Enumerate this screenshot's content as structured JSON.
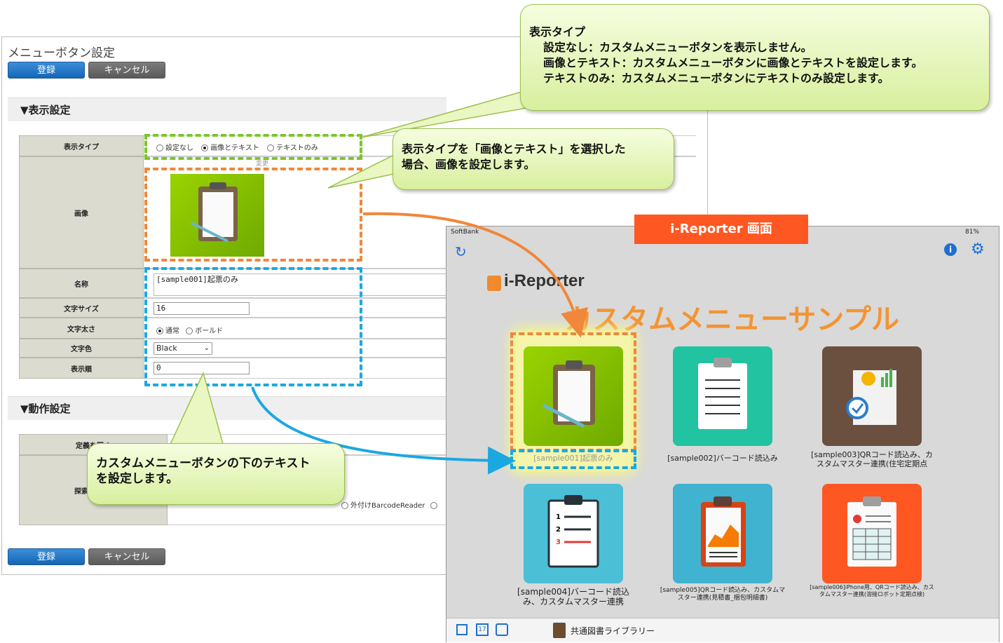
{
  "settings": {
    "title": "メニューボタン設定",
    "register_label": "登録",
    "cancel_label": "キャンセル",
    "display_section": "▼表示設定",
    "action_section": "▼動作設定",
    "rows": {
      "display_type_label": "表示タイプ",
      "display_type_options": [
        "設定なし",
        "画像とテキスト",
        "テキストのみ"
      ],
      "display_type_selected": "画像とテキスト",
      "image_label": "画像",
      "image_caption": "変更",
      "name_label": "名称",
      "name_value": "[sample001]起票のみ",
      "font_size_label": "文字サイズ",
      "font_size_value": "16",
      "font_weight_label": "文字太さ",
      "font_weight_options": [
        "通常",
        "ボールド"
      ],
      "font_color_label": "文字色",
      "font_color_value": "Black",
      "display_order_label": "表示順",
      "display_order_value": "0"
    },
    "action_rows": {
      "open_def_label": "定義を開く",
      "search_label": "探索",
      "barcode_option": "外付けBarcodeReader"
    }
  },
  "callouts": {
    "type_title": "表示タイプ",
    "type_lines": [
      "設定なし：カスタムメニューボタンを表示しません。",
      "画像とテキスト：カスタムメニューボタンに画像とテキストを設定します。",
      "テキストのみ：カスタムメニューボタンにテキストのみ設定します。"
    ],
    "image_lines": [
      "表示タイプを「画像とテキスト」を選択した",
      "場合、画像を設定します。"
    ],
    "text_lines": [
      "カスタムメニューボタンの下のテキスト",
      "を設定します。"
    ]
  },
  "banner": "i-Reporter 画面",
  "ipad": {
    "carrier": "SoftBank",
    "battery": "81%",
    "logo": "i-Reporter",
    "heading": "カスタムメニューサンプル",
    "tiles": [
      {
        "caption": "[sample001]起票のみ",
        "color": "#8ccd00"
      },
      {
        "caption": "[sample002]バーコード読込み",
        "color": "#22c3a0"
      },
      {
        "caption": "[sample003]QRコード読込み、カスタムマスター連携(住宅定期点",
        "color": "#6b4f3f"
      },
      {
        "caption": "[sample004]バーコード読込み、カスタムマスター連携",
        "color": "#4bbfd6"
      },
      {
        "caption": "[sample005]QRコード読込み、カスタムマスター連携(見積書_梱包明細書)",
        "color": "#3fb3d0"
      },
      {
        "caption": "[sample006]iPhone用、QRコード読込み、カスタムマスター連携(溶接ロボット定期点検)",
        "color": "#ff5722"
      }
    ],
    "library_label": "共通図書ライブラリー"
  },
  "colors": {
    "green_dash": "#7cc52b",
    "orange_dash": "#f0873a",
    "blue_dash": "#1aa8e0",
    "banner": "#ff5722",
    "accent": "#1e6fd1"
  }
}
